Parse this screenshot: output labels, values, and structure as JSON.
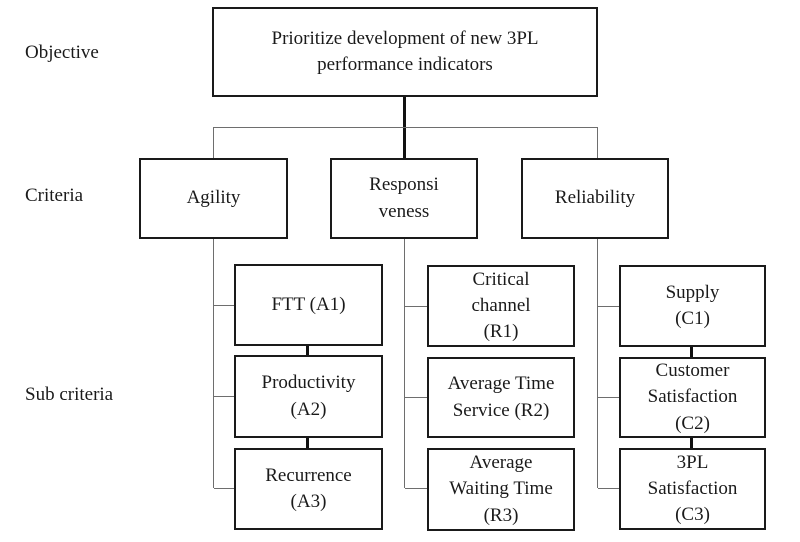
{
  "labels": {
    "objective": "Objective",
    "criteria": "Criteria",
    "sub_criteria": "Sub criteria"
  },
  "nodes": {
    "objective": "Prioritize development of new 3PL\nperformance indicators",
    "agility": "Agility",
    "responsiveness": "Responsi\nveness",
    "reliability": "Reliability",
    "ftt": "FTT (A1)",
    "productivity": "Productivity\n(A2)",
    "recurrence": "Recurrence\n(A3)",
    "critical_channel": "Critical\nchannel\n(R1)",
    "avg_time_service": "Average Time\nService (R2)",
    "avg_waiting_time": "Average\nWaiting Time\n(R3)",
    "supply": "Supply\n(C1)",
    "customer_satisfaction": "Customer\nSatisfaction\n(C2)",
    "tpl_satisfaction": "3PL\nSatisfaction\n(C3)"
  },
  "colors": {
    "background": "#ffffff",
    "box_border": "#1a1a1a",
    "text": "#1a1a1a",
    "connector_thin": "#6e6e6e",
    "connector_thick": "#111111"
  }
}
